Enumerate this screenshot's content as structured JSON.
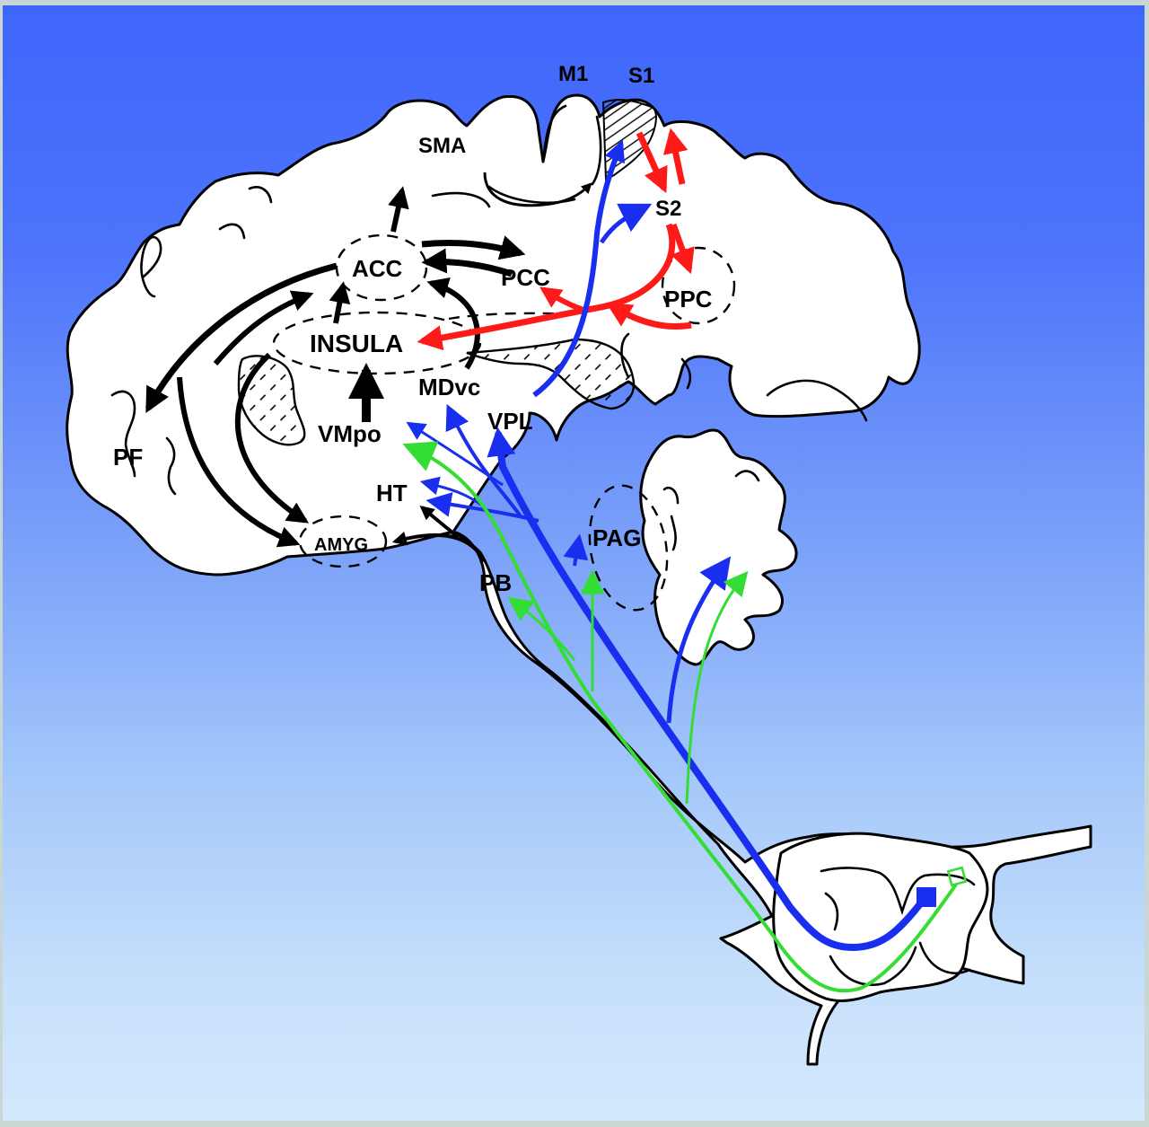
{
  "figure": {
    "title": "Pain pathways in the brain (sagittal section)",
    "background_color_top": "#3f66fb",
    "background_color_bottom": "#d2e8fc",
    "colors": {
      "cortical_connections": "#000000",
      "somatosensory_projections": "#ff1a1a",
      "lateral_spinothalamic": "#1a2ef0",
      "lamina_I_spinothalamic": "#33dd33"
    }
  },
  "regions": {
    "m1": "M1",
    "s1": "S1",
    "sma": "SMA",
    "s2": "S2",
    "acc": "ACC",
    "pcc": "PCC",
    "ppc": "PPC",
    "insula": "INSULA",
    "mdvc": "MDvc",
    "vpl": "VPL",
    "vmpo": "VMpo",
    "pf": "PF",
    "ht": "HT",
    "amyg": "AMYG",
    "pag": "PAG",
    "pb": "PB"
  },
  "pathways": [
    {
      "from": "spinal cord dorsal horn (filled square)",
      "to": "VPL",
      "color": "blue"
    },
    {
      "from": "VPL",
      "to": "S1",
      "color": "blue"
    },
    {
      "from": "VPL",
      "to": "S2",
      "color": "blue"
    },
    {
      "from": "spinal cord",
      "to": "MDvc",
      "color": "blue"
    },
    {
      "from": "spinal cord",
      "to": "HT",
      "color": "blue"
    },
    {
      "from": "spinal cord",
      "to": "VMpo",
      "color": "blue"
    },
    {
      "from": "spinal cord",
      "to": "PAG",
      "color": "blue"
    },
    {
      "from": "spinal cord",
      "to": "brainstem",
      "color": "blue"
    },
    {
      "from": "spinal cord lamina I (open square)",
      "to": "VMpo",
      "color": "green"
    },
    {
      "from": "spinal cord lamina I",
      "to": "PB",
      "color": "green"
    },
    {
      "from": "spinal cord lamina I",
      "to": "PAG",
      "color": "green"
    },
    {
      "from": "spinal cord lamina I",
      "to": "brainstem",
      "color": "green"
    },
    {
      "from": "S1",
      "to": "S2",
      "color": "red"
    },
    {
      "from": "S2",
      "to": "S1",
      "color": "red"
    },
    {
      "from": "S2",
      "to": "PPC",
      "color": "red"
    },
    {
      "from": "S2",
      "to": "INSULA",
      "color": "red"
    },
    {
      "from": "S2",
      "to": "PCC",
      "color": "red"
    },
    {
      "from": "PPC",
      "to": "INSULA",
      "color": "red"
    },
    {
      "from": "ACC",
      "to": "PCC",
      "color": "black"
    },
    {
      "from": "PCC",
      "to": "ACC",
      "color": "black"
    },
    {
      "from": "ACC",
      "to": "SMA",
      "color": "black"
    },
    {
      "from": "SMA",
      "to": "M1",
      "color": "black"
    },
    {
      "from": "INSULA",
      "to": "ACC",
      "color": "black"
    },
    {
      "from": "VMpo",
      "to": "INSULA",
      "color": "black"
    },
    {
      "from": "MDvc",
      "to": "ACC",
      "color": "black"
    },
    {
      "from": "ACC",
      "to": "PF",
      "color": "black"
    },
    {
      "from": "PF",
      "to": "ACC",
      "color": "black"
    },
    {
      "from": "PF",
      "to": "AMYG",
      "color": "black"
    },
    {
      "from": "INSULA",
      "to": "AMYG",
      "color": "black"
    },
    {
      "from": "PB",
      "to": "AMYG",
      "color": "black"
    },
    {
      "from": "PB",
      "to": "HT",
      "color": "black"
    }
  ]
}
